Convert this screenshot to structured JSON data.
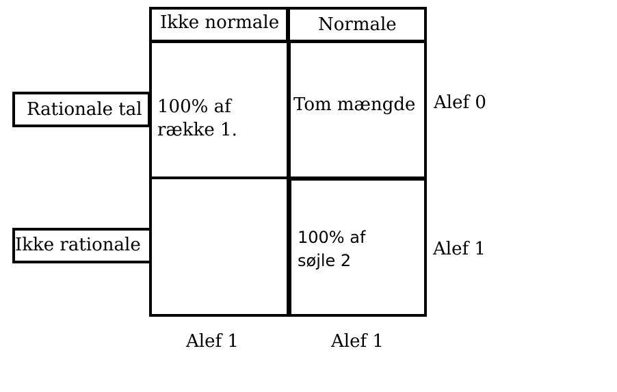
{
  "columns": {
    "col1": "Ikke normale",
    "col2": "Normale"
  },
  "rows": {
    "row1": "Rationale tal",
    "row2": "Ikke rationale"
  },
  "cells": {
    "r1c1": [
      "100% af",
      "række 1."
    ],
    "r1c2": "Tom mængde",
    "r2c1": "",
    "r2c2": [
      "100% af",
      "søjle 2"
    ]
  },
  "row_totals": {
    "row1": "Alef 0",
    "row2": "Alef 1"
  },
  "col_totals": {
    "col1": "Alef 1",
    "col2": "Alef 1"
  }
}
